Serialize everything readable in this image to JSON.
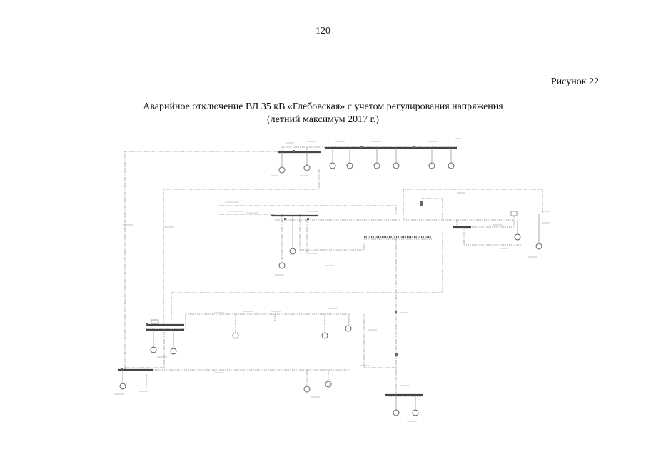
{
  "page": {
    "number": "120",
    "figure_label": "Рисунок 22",
    "caption_line1": "Аварийное отключение ВЛ 35 кВ «Глебовская» с учетом регулирования напряжения",
    "caption_line2": "(летний максимум 2017 г.)"
  },
  "diagram": {
    "line_color": "#7a7a7a",
    "bus_color": "#444444"
  }
}
